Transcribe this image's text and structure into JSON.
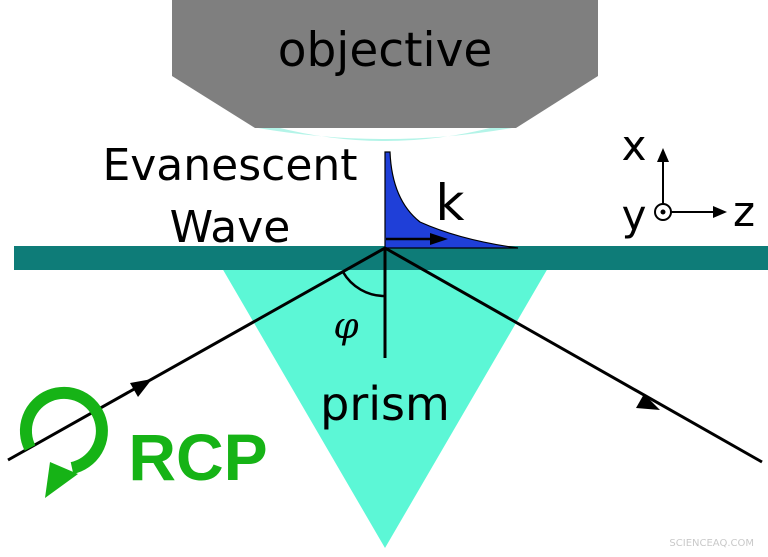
{
  "labels": {
    "objective": "objective",
    "evanescent_line1": "Evanescent",
    "evanescent_line2": "Wave",
    "k": "k",
    "axis_x": "x",
    "axis_y": "y",
    "axis_z": "z",
    "angle": "φ",
    "prism": "prism",
    "polarization": "RCP",
    "watermark": "SCIENCEAQ.COM"
  },
  "colors": {
    "objective": "#7f7f7f",
    "objective_lens": "#b4f4e8",
    "substrate": "#0e7c78",
    "prism": "#5cf7d6",
    "evanescent": "#1f3fd8",
    "beam": "#000000",
    "rcp": "#16b316"
  }
}
